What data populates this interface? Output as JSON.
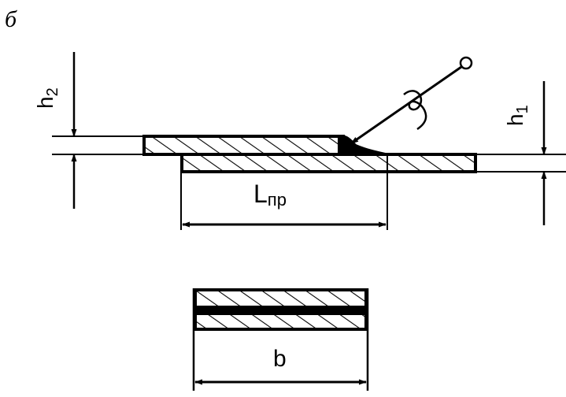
{
  "figure_label": "б",
  "labels": {
    "h2": {
      "main": "h",
      "sub": "2"
    },
    "h1": {
      "main": "h",
      "sub": "1"
    },
    "lpr": {
      "main": "L",
      "sub": "пр"
    },
    "b": "b"
  },
  "icons": {
    "arc_symbol": "welding-arc-curl",
    "electrode": "electrode-with-circle-tip"
  },
  "colors": {
    "ink": "#000000",
    "background": "#ffffff"
  }
}
